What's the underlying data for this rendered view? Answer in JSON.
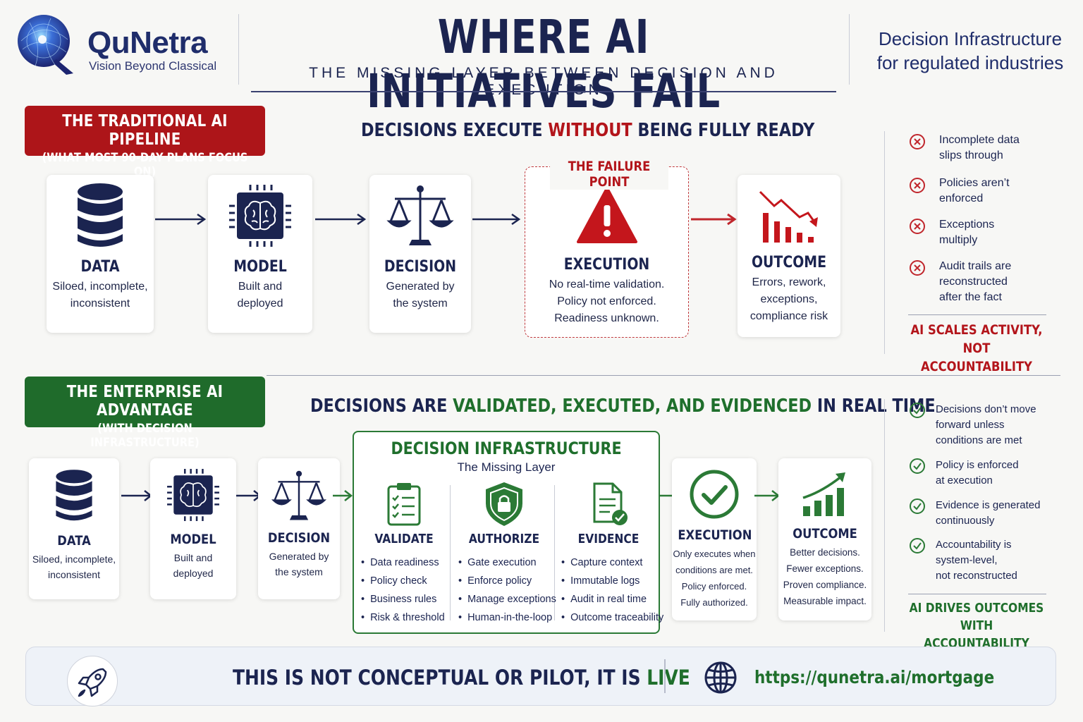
{
  "brand": {
    "name": "QuNetra",
    "tagline": "Vision Beyond Classical"
  },
  "header": {
    "title": "WHERE AI INITIATIVES FAIL",
    "subtitle": "THE MISSING LAYER BETWEEN DECISION AND EXECUTION",
    "right_line1": "Decision Infrastructure",
    "right_line2": "for regulated industries"
  },
  "traditional": {
    "banner_line1": "THE TRADITIONAL AI PIPELINE",
    "banner_line2": "(WHAT MOST 90-DAY PLANS FOCUS ON)",
    "headline_pre": "DECISIONS EXECUTE ",
    "headline_hl": "WITHOUT",
    "headline_post": " BEING FULLY READY",
    "failure_label": "THE FAILURE POINT",
    "stages": [
      {
        "title": "DATA",
        "lines": [
          "Siloed, incomplete,",
          "inconsistent"
        ]
      },
      {
        "title": "MODEL",
        "lines": [
          "Built and",
          "deployed"
        ]
      },
      {
        "title": "DECISION",
        "lines": [
          "Generated by",
          "the system"
        ]
      },
      {
        "title": "EXECUTION",
        "lines": [
          "No real-time validation.",
          "Policy not enforced.",
          "Readiness unknown."
        ]
      },
      {
        "title": "OUTCOME",
        "lines": [
          "Errors, rework,",
          "exceptions,",
          "compliance risk"
        ]
      }
    ],
    "issues": [
      [
        "Incomplete data",
        "slips through"
      ],
      [
        "Policies aren’t",
        "enforced"
      ],
      [
        "Exceptions",
        "multiply"
      ],
      [
        "Audit trails are",
        "reconstructed",
        "after the fact"
      ]
    ],
    "summary": [
      "AI SCALES ACTIVITY,",
      "NOT ACCOUNTABILITY"
    ]
  },
  "enterprise": {
    "banner_line1": "THE ENTERPRISE AI ADVANTAGE",
    "banner_line2": "(WITH DECISION INFRASTRUCTURE)",
    "headline_pre": "DECISIONS ARE ",
    "headline_hl": "VALIDATED, EXECUTED, AND EVIDENCED",
    "headline_post": " IN REAL TIME",
    "stages": [
      {
        "title": "DATA",
        "lines": [
          "Siloed, incomplete,",
          "inconsistent"
        ]
      },
      {
        "title": "MODEL",
        "lines": [
          "Built and",
          "deployed"
        ]
      },
      {
        "title": "DECISION",
        "lines": [
          "Generated by",
          "the system"
        ]
      },
      {
        "title": "EXECUTION",
        "lines": [
          "Only executes when",
          "conditions are met.",
          "Policy enforced.",
          "Fully authorized."
        ]
      },
      {
        "title": "OUTCOME",
        "lines": [
          "Better decisions.",
          "Fewer exceptions.",
          "Proven compliance.",
          "Measurable impact."
        ]
      }
    ],
    "infra": {
      "title": "DECISION INFRASTRUCTURE",
      "subtitle": "The Missing Layer",
      "columns": [
        {
          "title": "VALIDATE",
          "items": [
            "Data readiness",
            "Policy check",
            "Business rules",
            "Risk & threshold"
          ]
        },
        {
          "title": "AUTHORIZE",
          "items": [
            "Gate execution",
            "Enforce policy",
            "Manage exceptions",
            "Human-in-the-loop"
          ]
        },
        {
          "title": "EVIDENCE",
          "items": [
            "Capture context",
            "Immutable logs",
            "Audit in real time",
            "Outcome traceability"
          ]
        }
      ]
    },
    "benefits": [
      [
        "Decisions don’t move",
        "forward unless",
        "conditions are met"
      ],
      [
        "Policy is enforced",
        "at execution"
      ],
      [
        "Evidence is generated",
        "continuously"
      ],
      [
        "Accountability is",
        "system-level,",
        "not reconstructed"
      ]
    ],
    "summary": [
      "AI DRIVES OUTCOMES",
      "WITH ACCOUNTABILITY"
    ]
  },
  "footer": {
    "text_pre": "THIS IS NOT CONCEPTUAL OR PILOT, IT IS ",
    "text_hl": "LIVE",
    "url": "https://qunetra.ai/mortgage"
  },
  "colors": {
    "navy": "#1b2450",
    "red": "#b3151b",
    "green": "#1f6f2c"
  }
}
